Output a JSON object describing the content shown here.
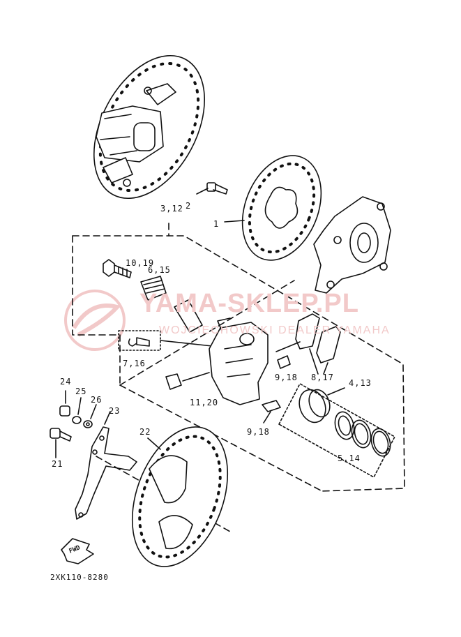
{
  "watermark": {
    "title": "YAMA-SKLEP.PL",
    "subtitle": "WOJCIECHOWSKI DEALER YAMAHA"
  },
  "part_labels": {
    "p2": "2",
    "p3_12": "3,12",
    "p1": "1",
    "p10_19": "10,19",
    "p6_15": "6,15",
    "p7_16": "7,16",
    "p9_18a": "9,18",
    "p8_17": "8,17",
    "p4_13": "4,13",
    "p11_20": "11,20",
    "p9_18b": "9,18",
    "p5_14": "5,14",
    "p24": "24",
    "p25": "25",
    "p26": "26",
    "p23": "23",
    "p22": "22",
    "p21": "21"
  },
  "fwd_marker": "FWD",
  "diagram_code": "2XK110-8280",
  "colors": {
    "ink": "#111111",
    "watermark": "#f2c9c9",
    "background": "#ffffff"
  }
}
